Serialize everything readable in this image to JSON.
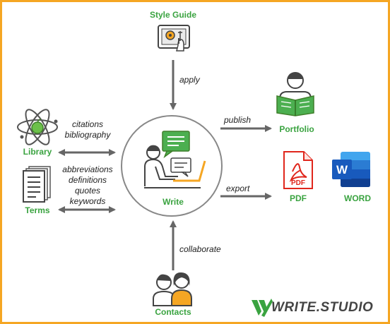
{
  "colors": {
    "border": "#f5a623",
    "node_label": "#3aa340",
    "arrow": "#666666",
    "text": "#222222",
    "brand": "#444444",
    "accent_green": "#4caf50",
    "accent_orange": "#f5a623",
    "pdf_red": "#e0261c",
    "word_blue": "#2b579a"
  },
  "nodes": {
    "style_guide": "Style Guide",
    "library": "Library",
    "terms": "Terms",
    "write": "Write",
    "portfolio": "Portfolio",
    "pdf": "PDF",
    "word": "WORD",
    "contacts": "Contacts"
  },
  "edges": {
    "apply": "apply",
    "publish": "publish",
    "export": "export",
    "collaborate": "collaborate"
  },
  "library_items": [
    "citations",
    "bibliography"
  ],
  "terms_items": [
    "abbreviations",
    "definitions",
    "quotes",
    "keywords"
  ],
  "icons": {
    "style_guide": "tablet-touch-icon",
    "library": "atom-apple-icon",
    "terms": "document-stack-icon",
    "write": "person-laptop-chat-icon",
    "portfolio": "reader-book-icon",
    "pdf": "pdf-file-icon",
    "word": "word-file-icon",
    "contacts": "two-people-icon",
    "brand": "writestudio-logo-icon"
  },
  "brand": "WRITE.STUDIO"
}
